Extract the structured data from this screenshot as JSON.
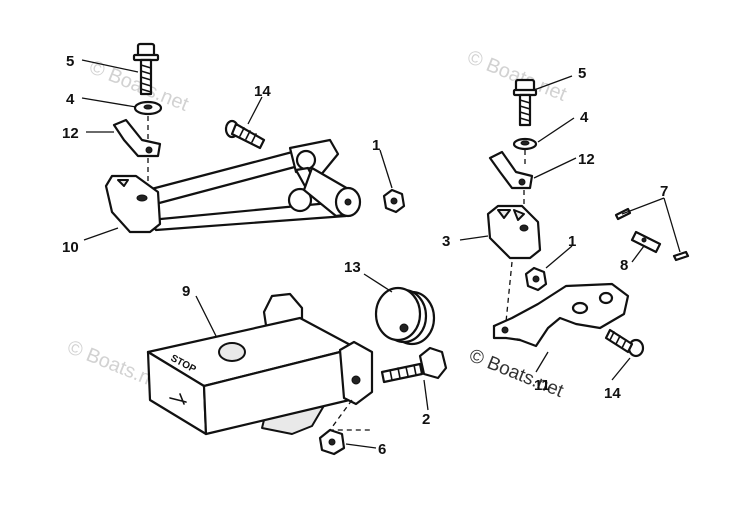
{
  "watermark": {
    "text": "© Boats.net",
    "color": "#d2d2d2",
    "strong_color": "#333333"
  },
  "parts": {
    "stop_label": "STOP",
    "callouts": {
      "c1a": "1",
      "c1b": "1",
      "c2": "2",
      "c3": "3",
      "c4a": "4",
      "c4b": "4",
      "c5a": "5",
      "c5b": "5",
      "c6": "6",
      "c7": "7",
      "c8": "8",
      "c9": "9",
      "c10": "10",
      "c11": "11",
      "c12a": "12",
      "c12b": "12",
      "c13": "13",
      "c14a": "14",
      "c14b": "14"
    }
  }
}
